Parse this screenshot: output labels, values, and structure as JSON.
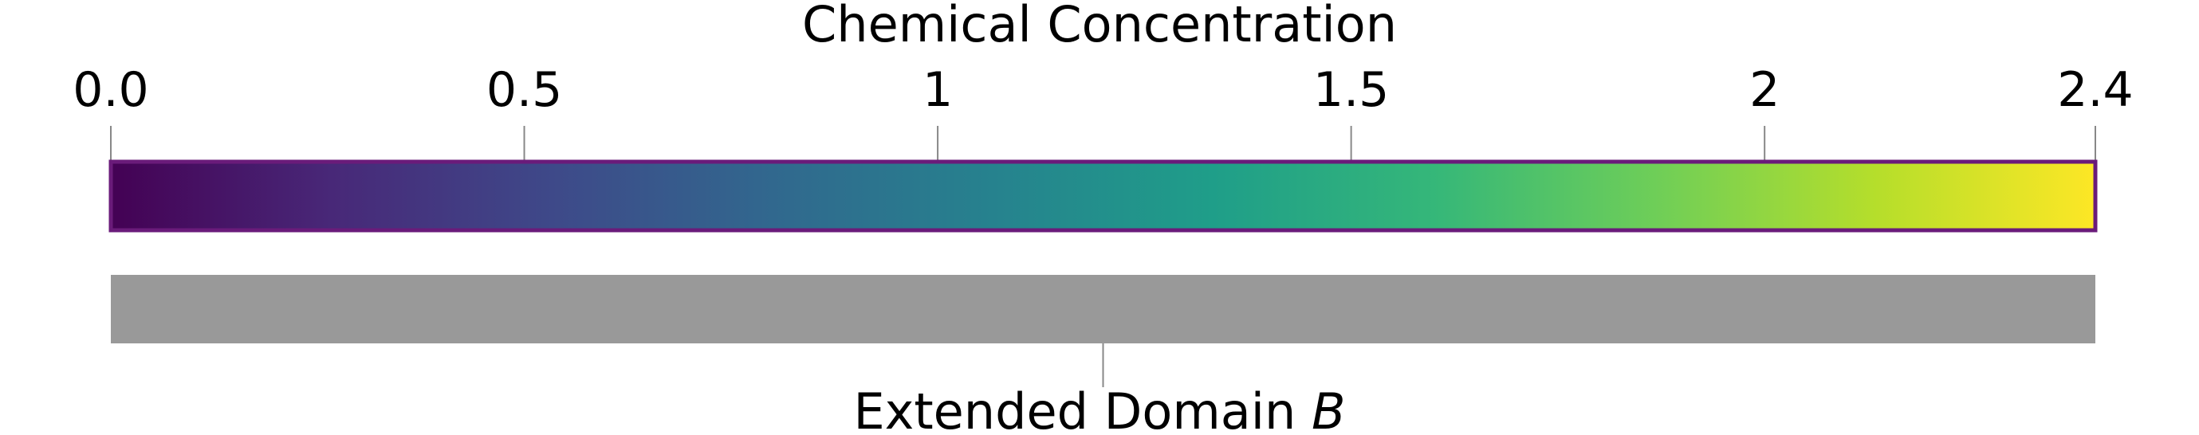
{
  "chart_data": {
    "type": "colorbar",
    "title": "Chemical Concentration",
    "colormap": "viridis",
    "range": [
      0.0,
      2.4
    ],
    "ticks": [
      {
        "value": 0.0,
        "label": "0.0"
      },
      {
        "value": 0.5,
        "label": "0.5"
      },
      {
        "value": 1.0,
        "label": "1"
      },
      {
        "value": 1.5,
        "label": "1.5"
      },
      {
        "value": 2.0,
        "label": "2"
      },
      {
        "value": 2.4,
        "label": "2.4"
      }
    ],
    "color_stops": [
      "#440154",
      "#482878",
      "#3e4989",
      "#31688e",
      "#26828e",
      "#1f9e89",
      "#35b779",
      "#6ece58",
      "#b5de2b",
      "#fde725"
    ],
    "border_color": "#6a1b7a",
    "extended_domain": {
      "label_prefix": "Extended Domain ",
      "label_symbol": "B",
      "fill_color": "#999999",
      "marker_value": 1.2
    }
  }
}
